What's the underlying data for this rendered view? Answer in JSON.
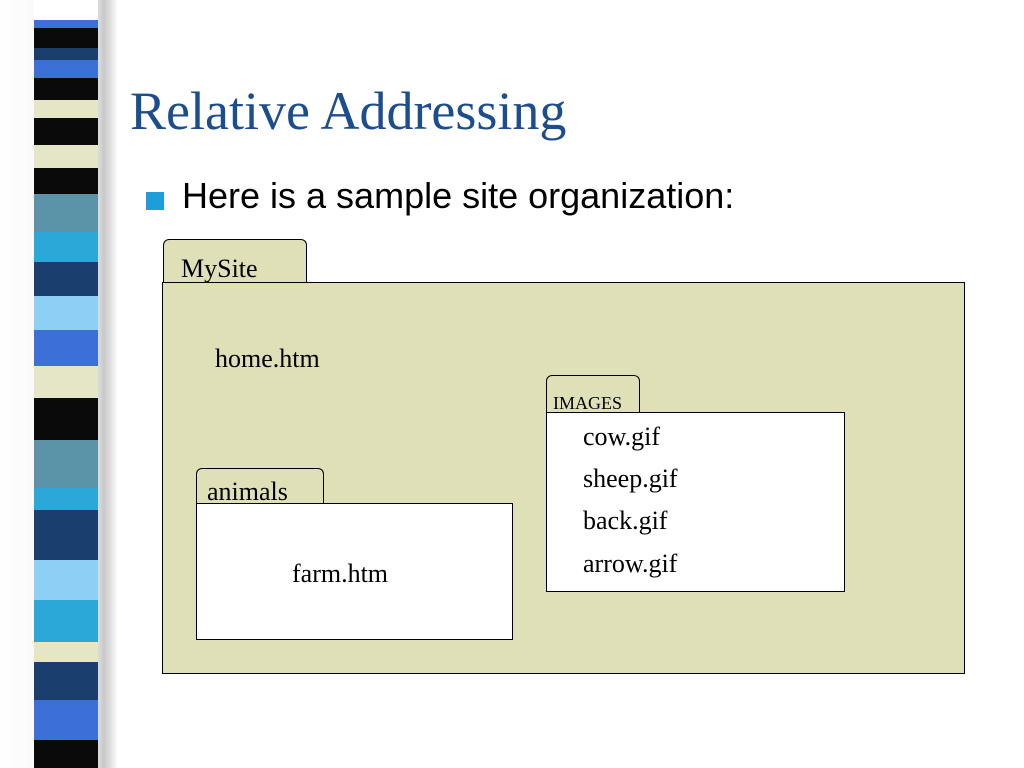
{
  "slide": {
    "title": "Relative Addressing",
    "bullet": "Here is a sample site organization:"
  },
  "diagram": {
    "root_folder": {
      "label": "MySite",
      "files": [
        "home.htm"
      ]
    },
    "images_folder": {
      "label": "IMAGES",
      "files": [
        "cow.gif",
        "sheep.gif",
        "back.gif",
        "arrow.gif"
      ]
    },
    "animals_folder": {
      "label": "animals",
      "files": [
        "farm.htm"
      ]
    }
  },
  "colors": {
    "title": "#1c4d8c",
    "bullet": "#1e9ed8",
    "folder_fill": "#dfdfb8",
    "stripe_palette": [
      "#1a3f6e",
      "#3c6fd8",
      "#5b93a8",
      "#2ba8d8",
      "#8ed0f5",
      "#e4e6c5",
      "#0a0a0a",
      "#ffffff"
    ]
  },
  "icons": [
    "bullet-square-icon"
  ]
}
